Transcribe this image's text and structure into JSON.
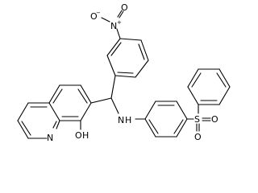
{
  "molecule": {
    "atom_labels": {
      "nitro_o_top": "O",
      "nitro_n": "N",
      "nitro_n_charge": "+",
      "nitro_o_left": "O",
      "nitro_o_left_charge": "−",
      "amine_n": "N",
      "amine_h": "H",
      "hydroxyl_o": "O",
      "hydroxyl_h": "H",
      "quinoline_n": "N",
      "sulfonyl_s": "S",
      "sulfonyl_o_right": "O",
      "sulfonyl_o_bottom": "O"
    }
  }
}
